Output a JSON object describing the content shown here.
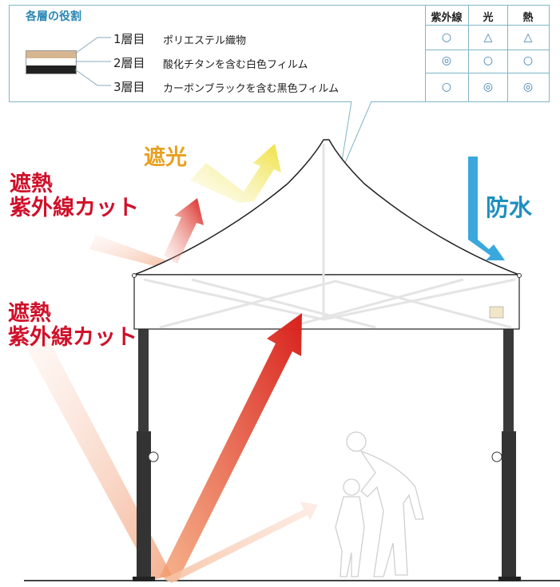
{
  "legend": {
    "title": "各層の役割",
    "headers": [
      "紫外線",
      "光",
      "熱"
    ],
    "rows": [
      {
        "name": "1層目",
        "desc": "ポリエステル織物",
        "marks": [
          "○",
          "△",
          "△"
        ]
      },
      {
        "name": "2層目",
        "desc": "酸化チタンを含む白色フィルム",
        "marks": [
          "◎",
          "○",
          "○"
        ]
      },
      {
        "name": "3層目",
        "desc": "カーボンブラックを含む黒色フィルム",
        "marks": [
          "○",
          "◎",
          "◎"
        ]
      }
    ],
    "layer_colors": [
      "#d6b690",
      "#ffffff",
      "#222222"
    ]
  },
  "labels": {
    "shade": "遮光",
    "waterproof": "防水",
    "upper_heat": "遮熱",
    "upper_uv": "紫外線カット",
    "lower_heat": "遮熱",
    "lower_uv": "紫外線カット"
  },
  "colors": {
    "accent_blue": "#2a86b4",
    "heat_red": "#d0102a",
    "shade_yellow": "#f0e040",
    "water_blue": "#3aa8dc",
    "frame_dark": "#3a3a3a"
  }
}
